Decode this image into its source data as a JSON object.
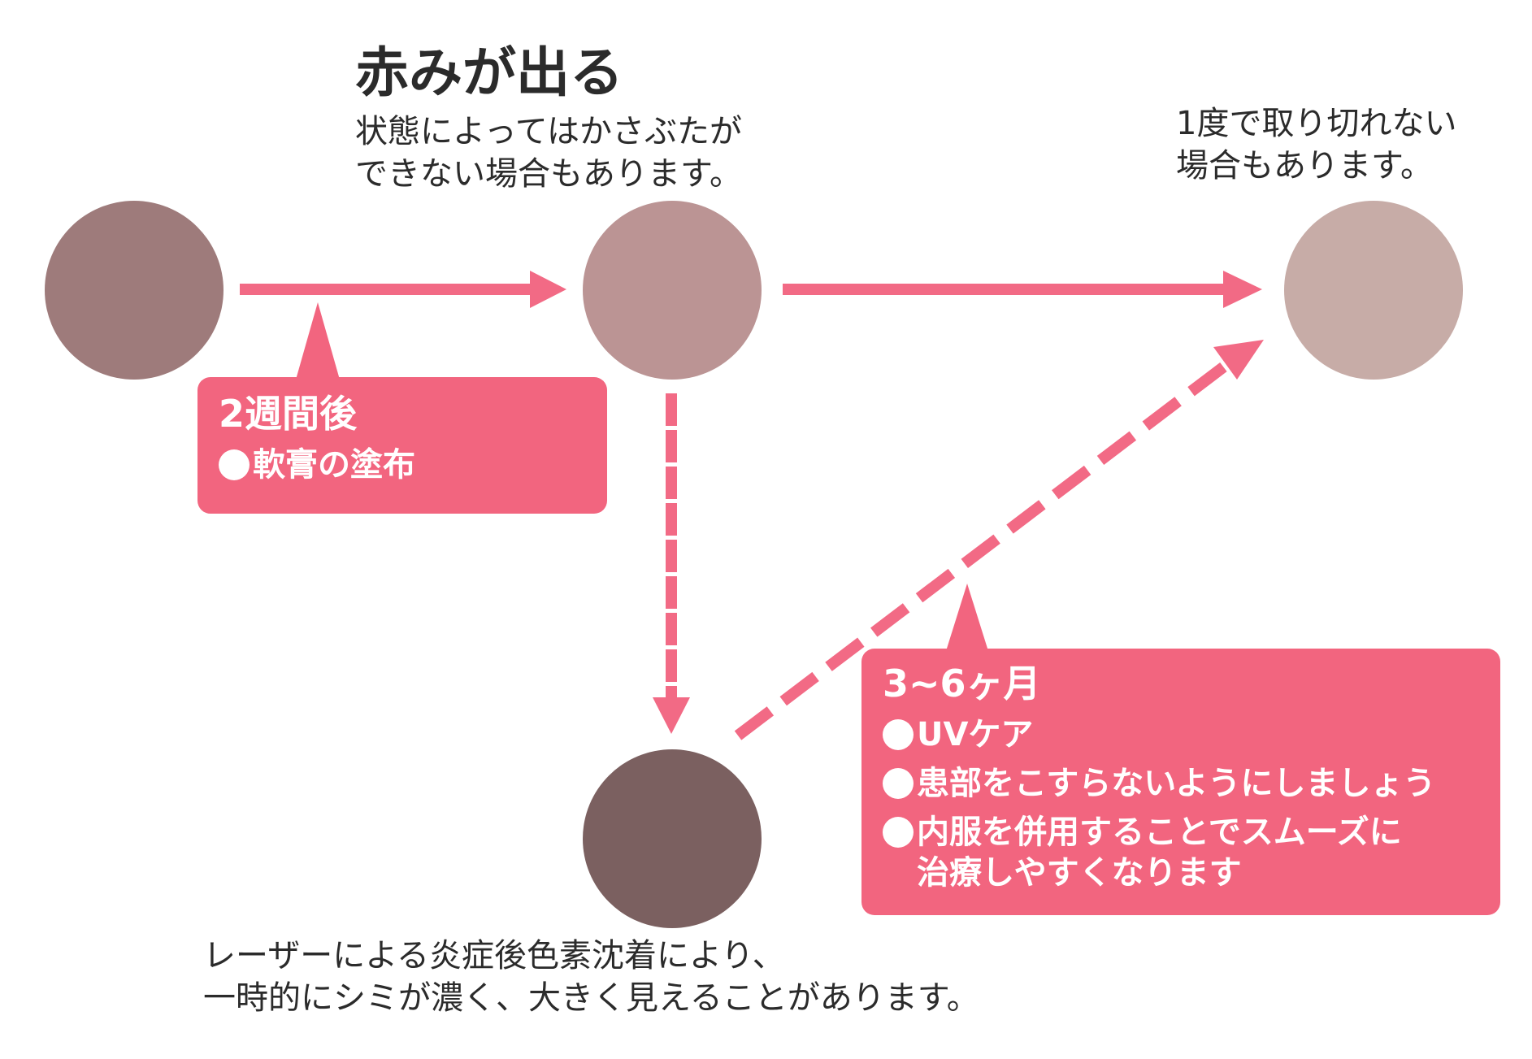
{
  "colors": {
    "accent": "#f2657f",
    "arrow": "#f26a85",
    "circle_start": "#9e7b7b",
    "circle_mid": "#bb9494",
    "circle_end": "#c7aca7",
    "circle_bottom": "#7b6060"
  },
  "nodes": {
    "mid": {
      "heading": "赤みが出る",
      "caption_lines": [
        "状態によってはかさぶたが",
        "できない場合もあります。"
      ]
    },
    "right": {
      "caption_lines": [
        "1度で取り切れない",
        "場合もあります。"
      ]
    },
    "bottom": {
      "caption_lines": [
        "レーザーによる炎症後色素沈着により、",
        "一時的にシミが濃く、大きく見えることがあります。"
      ]
    }
  },
  "callouts": {
    "two_weeks": {
      "title": "2週間後",
      "items": [
        {
          "lines": [
            "軟膏の塗布"
          ]
        }
      ]
    },
    "three_to_six_months": {
      "title": "3~6ヶ月",
      "items": [
        {
          "lines": [
            "UVケア"
          ]
        },
        {
          "lines": [
            "患部をこすらないようにしましょう"
          ]
        },
        {
          "lines": [
            "内服を併用することでスムーズに",
            "治療しやすくなります"
          ]
        }
      ]
    }
  }
}
